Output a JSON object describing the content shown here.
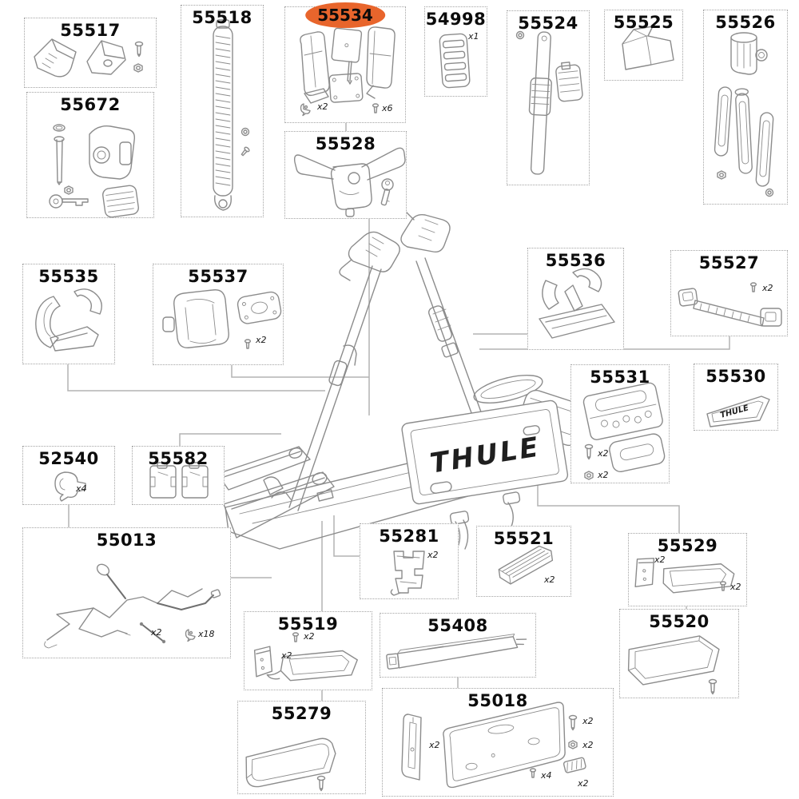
{
  "canvas": {
    "background": "#ffffff",
    "box_border": "#a3a3a3",
    "highlight_color": "#e8652c",
    "art_line": "#8c8c8c"
  },
  "brand": {
    "plate_text": "THULE",
    "frame_text": "THULE",
    "badge_text": "THULE"
  },
  "parts": {
    "p55517": {
      "label": "55517"
    },
    "p55672": {
      "label": "55672"
    },
    "p55518": {
      "label": "55518"
    },
    "p55534": {
      "label": "55534",
      "highlighted": true,
      "qty_clip": "x2",
      "qty_screw": "x6"
    },
    "p55528": {
      "label": "55528"
    },
    "p54998": {
      "label": "54998",
      "qty": "x1"
    },
    "p55524": {
      "label": "55524"
    },
    "p55525": {
      "label": "55525"
    },
    "p55526": {
      "label": "55526"
    },
    "p55535": {
      "label": "55535"
    },
    "p55537": {
      "label": "55537",
      "qty_screw": "x2"
    },
    "p55536": {
      "label": "55536"
    },
    "p55527": {
      "label": "55527",
      "qty_screw": "x2"
    },
    "p55531": {
      "label": "55531",
      "qty_screw": "x2",
      "qty_nut": "x2"
    },
    "p55530": {
      "label": "55530"
    },
    "p52540": {
      "label": "52540",
      "qty": "x4"
    },
    "p55582": {
      "label": "55582"
    },
    "p55013": {
      "label": "55013",
      "qty_cable": "x2",
      "qty_clip": "x18"
    },
    "p55281": {
      "label": "55281",
      "qty": "x2"
    },
    "p55521": {
      "label": "55521",
      "qty": "x2"
    },
    "p55529": {
      "label": "55529",
      "qty_pad": "x2",
      "qty_screw": "x2"
    },
    "p55520": {
      "label": "55520"
    },
    "p55519": {
      "label": "55519",
      "qty_pad": "x2",
      "qty_screw": "x2"
    },
    "p55408": {
      "label": "55408"
    },
    "p55279": {
      "label": "55279"
    },
    "p55018": {
      "label": "55018",
      "qty_bracket": "x2",
      "qty_screw_long": "x2",
      "qty_nut": "x2",
      "qty_screw_short": "x4",
      "qty_pad": "x2"
    }
  }
}
